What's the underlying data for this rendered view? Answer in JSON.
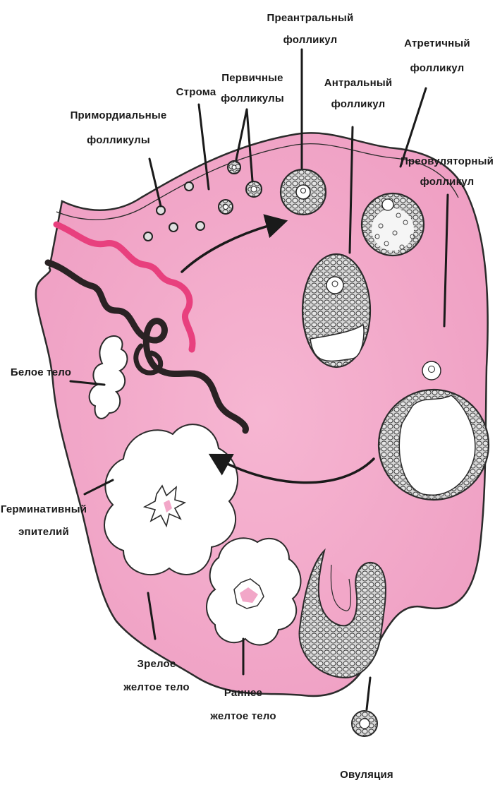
{
  "colors": {
    "ovary_fill": "#f2a7c8",
    "ovary_outline": "#2b2b2b",
    "vessel_pink": "#e8407e",
    "vessel_dark": "#2a2224",
    "cell_fill": "#d9d9d9"
  },
  "labels": {
    "primordial": [
      "Примордиальные",
      "фолликулы"
    ],
    "stroma": [
      "Строма"
    ],
    "primary": [
      "Первичные",
      "фолликулы"
    ],
    "preantral": [
      "Преантральный",
      "фолликул"
    ],
    "antral": [
      "Антральный",
      "фолликул"
    ],
    "atretic": [
      "Атретичный",
      "фолликул"
    ],
    "preovulatory": [
      "Преовуляторный",
      "фолликул"
    ],
    "corpus_albicans": [
      "Белое тело"
    ],
    "germinal_epithelium": [
      "Герминативный",
      "эпителий"
    ],
    "mature_corpus_luteum": [
      "Зрелое",
      "желтое тело"
    ],
    "early_corpus_luteum": [
      "Раннее",
      "желтое тело"
    ],
    "ovulation": [
      "Овуляция"
    ]
  }
}
